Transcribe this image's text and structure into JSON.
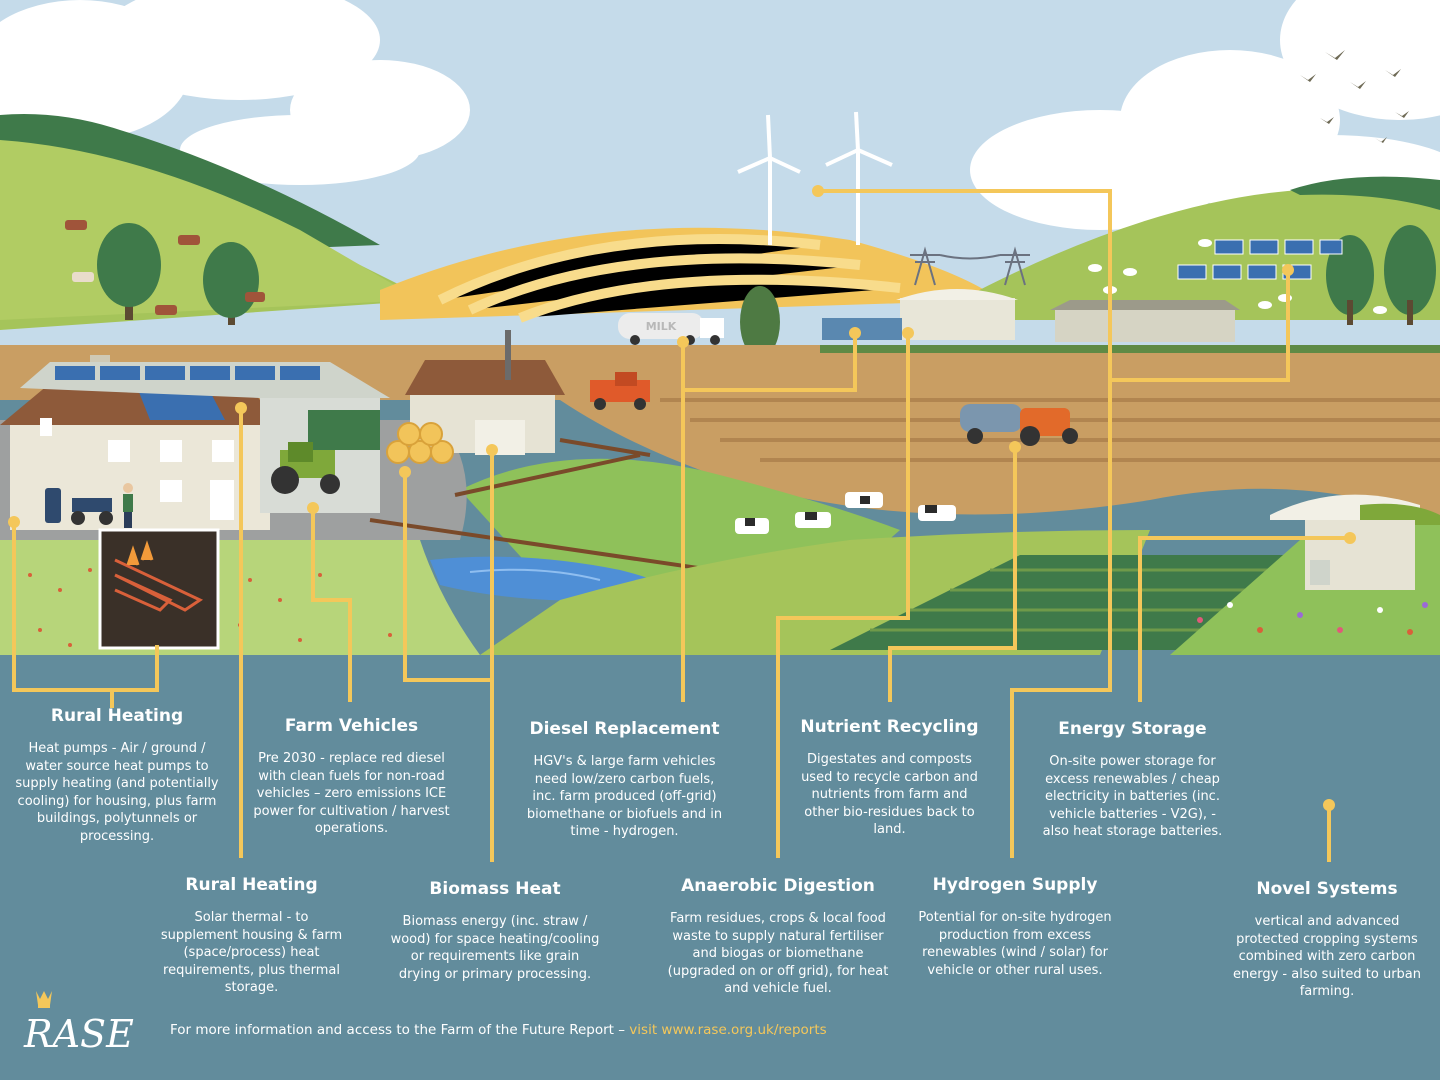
{
  "labels": [
    {
      "id": "rural-heating-heat-pumps",
      "title": "Rural Heating",
      "text": "Heat pumps - Air / ground / water source heat pumps to supply heating (and potentially cooling) for housing, plus farm buildings, polytunnels or processing."
    },
    {
      "id": "rural-heating-solar-thermal",
      "title": "Rural Heating",
      "text": "Solar thermal - to supplement housing & farm (space/process) heat requirements, plus thermal storage."
    },
    {
      "id": "farm-vehicles",
      "title": "Farm Vehicles",
      "text": "Pre 2030 - replace red diesel with clean fuels for non-road vehicles – zero emissions ICE power for cultivation / harvest operations."
    },
    {
      "id": "biomass-heat",
      "title": "Biomass Heat",
      "text": "Biomass energy (inc. straw / wood) for space heating/cooling or requirements like grain drying or primary  processing."
    },
    {
      "id": "diesel-replacement",
      "title": "Diesel Replacement",
      "text": "HGV's & large farm vehicles need low/zero carbon fuels, inc. farm produced (off-grid) biomethane or biofuels and in time - hydrogen."
    },
    {
      "id": "anaerobic-digestion",
      "title": "Anaerobic Digestion",
      "text": "Farm residues, crops & local food waste to supply natural fertiliser and biogas or biomethane (upgraded on or off grid), for heat and vehicle fuel."
    },
    {
      "id": "nutrient-recycling",
      "title": "Nutrient Recycling",
      "text": "Digestates and composts used to recycle carbon and nutrients from farm and other bio-residues back to land."
    },
    {
      "id": "hydrogen-supply",
      "title": "Hydrogen Supply",
      "text": "Potential for on-site hydrogen production from excess renewables (wind / solar) for vehicle or other rural uses."
    },
    {
      "id": "energy-storage",
      "title": "Energy Storage",
      "text": "On-site power storage for excess renewables / cheap electricity in batteries (inc. vehicle batteries - V2G), - also heat storage batteries."
    },
    {
      "id": "novel-systems",
      "title": "Novel Systems",
      "text": "vertical and advanced protected cropping systems combined with zero carbon energy - also suited to urban farming."
    }
  ],
  "footer": {
    "text": "For more information and access to the Farm of the Future Report – ",
    "link": "visit www.rase.org.uk/reports"
  },
  "logo": {
    "text": "RASE"
  },
  "tanker_text": "MILK",
  "colors": {
    "panel": "#628c9c",
    "connector": "#f4c75a",
    "sky": "#c5dbea",
    "hills": "#a5c45a",
    "field": "#c99e63"
  }
}
